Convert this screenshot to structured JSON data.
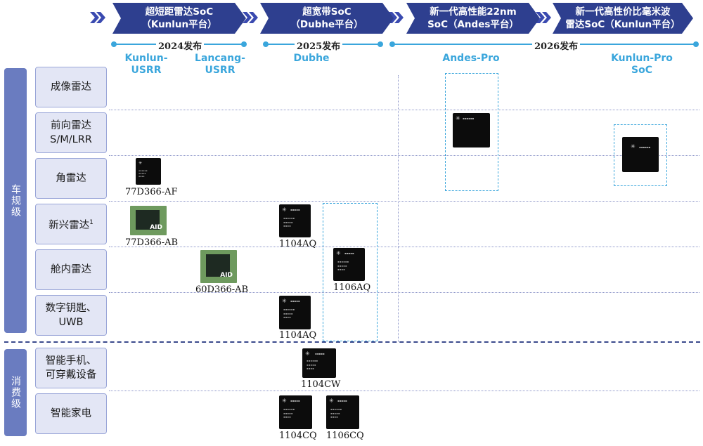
{
  "banners": [
    {
      "line1": "超短距雷达SoC",
      "line2": "（Kunlun平台）"
    },
    {
      "line1": "超宽带SoC",
      "line2": "（Dubhe平台）"
    },
    {
      "line1": "新一代高性能22nm",
      "line2": "SoC（Andes平台）"
    },
    {
      "line1": "新一代高性价比毫米波",
      "line2": "雷达SoC（Kunlun平台）"
    }
  ],
  "timeline": {
    "years": [
      "2024发布",
      "2025发布",
      "2026发布"
    ],
    "products": [
      {
        "line1": "Kunlun-",
        "line2": "USRR"
      },
      {
        "line1": "Lancang-",
        "line2": "USRR"
      },
      {
        "line1": "Dubhe",
        "line2": ""
      },
      {
        "line1": "Andes-Pro",
        "line2": ""
      },
      {
        "line1": "Kunlun-Pro",
        "line2": "SoC"
      }
    ]
  },
  "categories": {
    "automotive": "车规级",
    "consumer": "消费级"
  },
  "rows": [
    {
      "line1": "成像雷达",
      "line2": ""
    },
    {
      "line1": "前向雷达",
      "line2": "S/M/LRR"
    },
    {
      "line1": "角雷达",
      "line2": ""
    },
    {
      "line1": "新兴雷达",
      "line2": "",
      "sup": "1"
    },
    {
      "line1": "舱内雷达",
      "line2": ""
    },
    {
      "line1": "数字钥匙、",
      "line2": "UWB"
    },
    {
      "line1": "智能手机、",
      "line2": "可穿戴设备"
    },
    {
      "line1": "智能家电",
      "line2": ""
    }
  ],
  "chips": {
    "c77d366af": "77D366-AF",
    "c77d366ab": "77D366-AB",
    "c60d366ab": "60D366-AB",
    "c1104aq_a": "1104AQ",
    "c1106aq": "1106AQ",
    "c1104aq_b": "1104AQ",
    "c1104cw": "1104CW",
    "c1104cq": "1104CQ",
    "c1106cq": "1106CQ"
  },
  "chip_green_mark": "AID",
  "colors": {
    "banner": "#2e3f8f",
    "accent": "#3aa6dc",
    "side": "#6a7cc0",
    "rowbox": "#e3e6f5"
  }
}
